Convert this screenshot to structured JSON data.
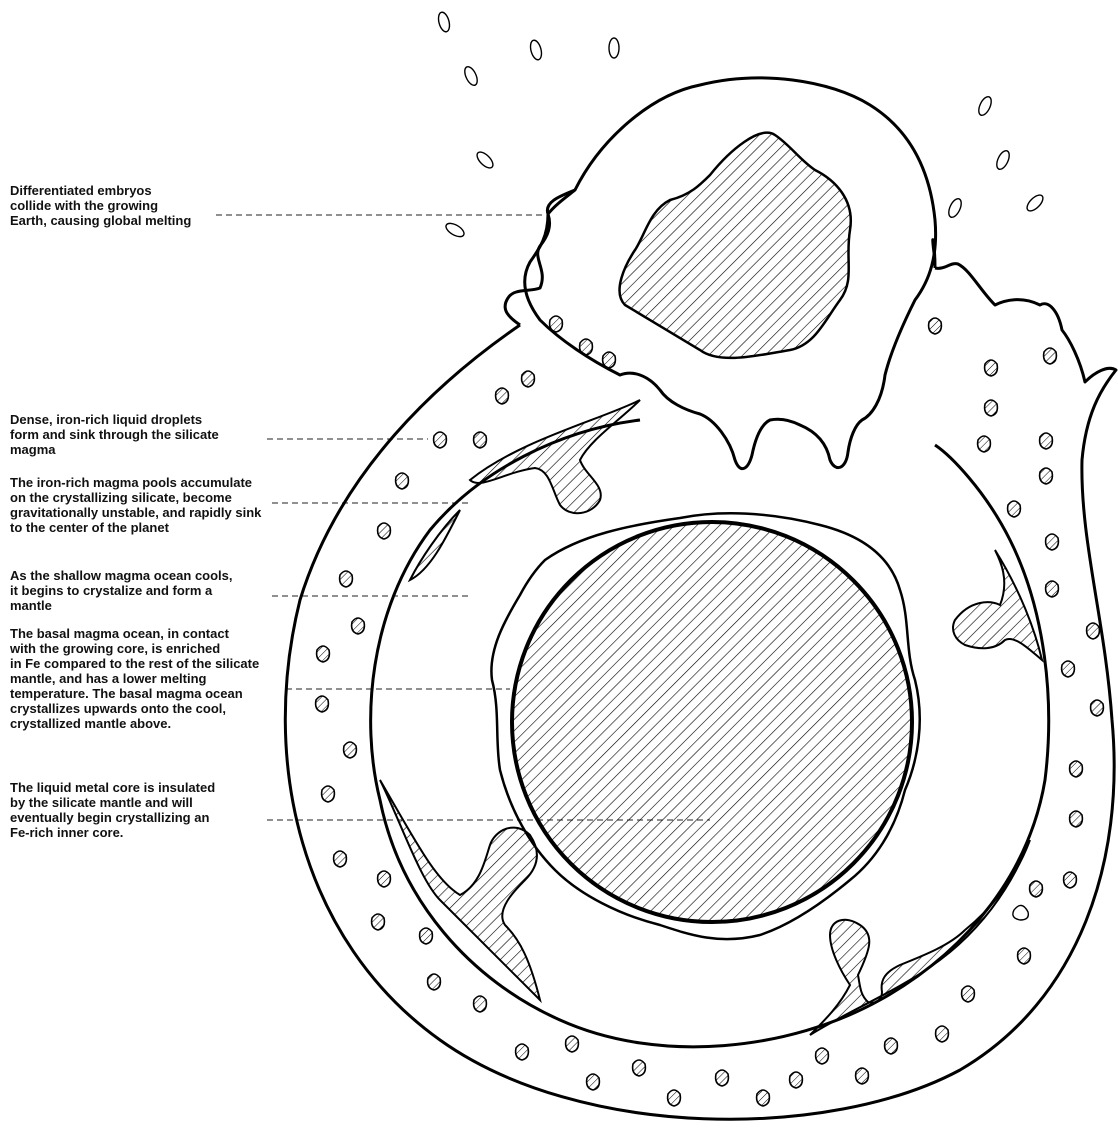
{
  "annotations": [
    {
      "id": "embryos",
      "lines": [
        "Differentiated embryos",
        "collide with the growing",
        "Earth, causing global melting"
      ]
    },
    {
      "id": "droplets",
      "lines": [
        "Dense, iron-rich liquid droplets",
        "form and sink through the silicate",
        "magma"
      ]
    },
    {
      "id": "pools",
      "lines": [
        "The iron-rich magma pools accumulate",
        "on the crystallizing silicate, become",
        "gravitationally unstable, and rapidly sink",
        "to the center of the planet"
      ]
    },
    {
      "id": "shallow",
      "lines": [
        "As the shallow magma ocean cools,",
        "it begins to crystalize and form a",
        "mantle"
      ]
    },
    {
      "id": "basal",
      "lines": [
        "The basal magma ocean, in contact",
        "with the growing core, is enriched",
        "in Fe compared to the rest of the silicate",
        "mantle, and has a lower melting",
        "temperature. The basal magma ocean",
        "crystallizes upwards onto the cool,",
        "crystallized mantle above."
      ]
    },
    {
      "id": "core",
      "lines": [
        "The liquid metal core is insulated",
        "by the silicate mantle and will",
        "eventually begin crystallizing an",
        "Fe-rich inner core."
      ]
    }
  ],
  "colors": {
    "ink": "#000000",
    "background": "#ffffff"
  }
}
